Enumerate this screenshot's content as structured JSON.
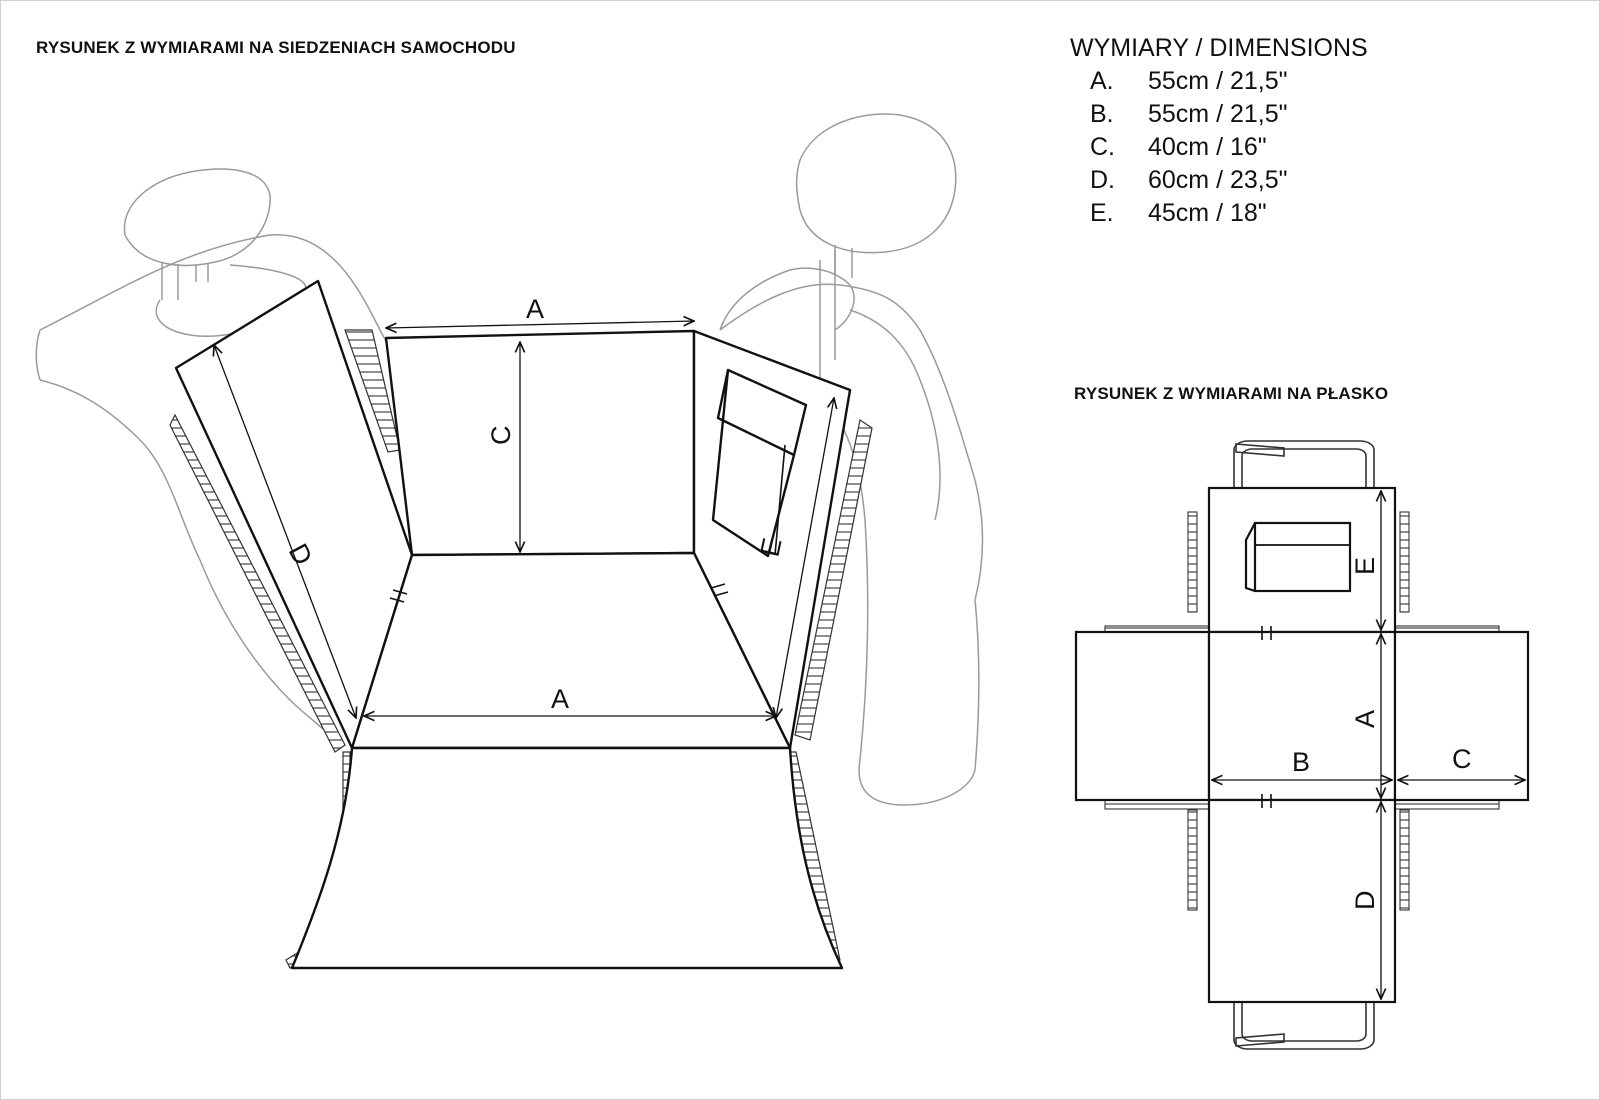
{
  "titles": {
    "seats": "RYSUNEK Z WYMIARAMI NA SIEDZENIACH SAMOCHODU",
    "flat": "RYSUNEK Z WYMIARAMI NA PŁASKO"
  },
  "dimensions": {
    "title": "WYMIARY / DIMENSIONS",
    "rows": [
      {
        "key": "A.",
        "value": "55cm / 21,5\""
      },
      {
        "key": "B.",
        "value": "55cm / 21,5\""
      },
      {
        "key": "C.",
        "value": "40cm / 16\""
      },
      {
        "key": "D.",
        "value": "60cm / 23,5\""
      },
      {
        "key": "E.",
        "value": "45cm / 18\""
      }
    ]
  },
  "labels": {
    "a": "A",
    "b": "B",
    "c": "C",
    "d": "D",
    "e": "E"
  }
}
